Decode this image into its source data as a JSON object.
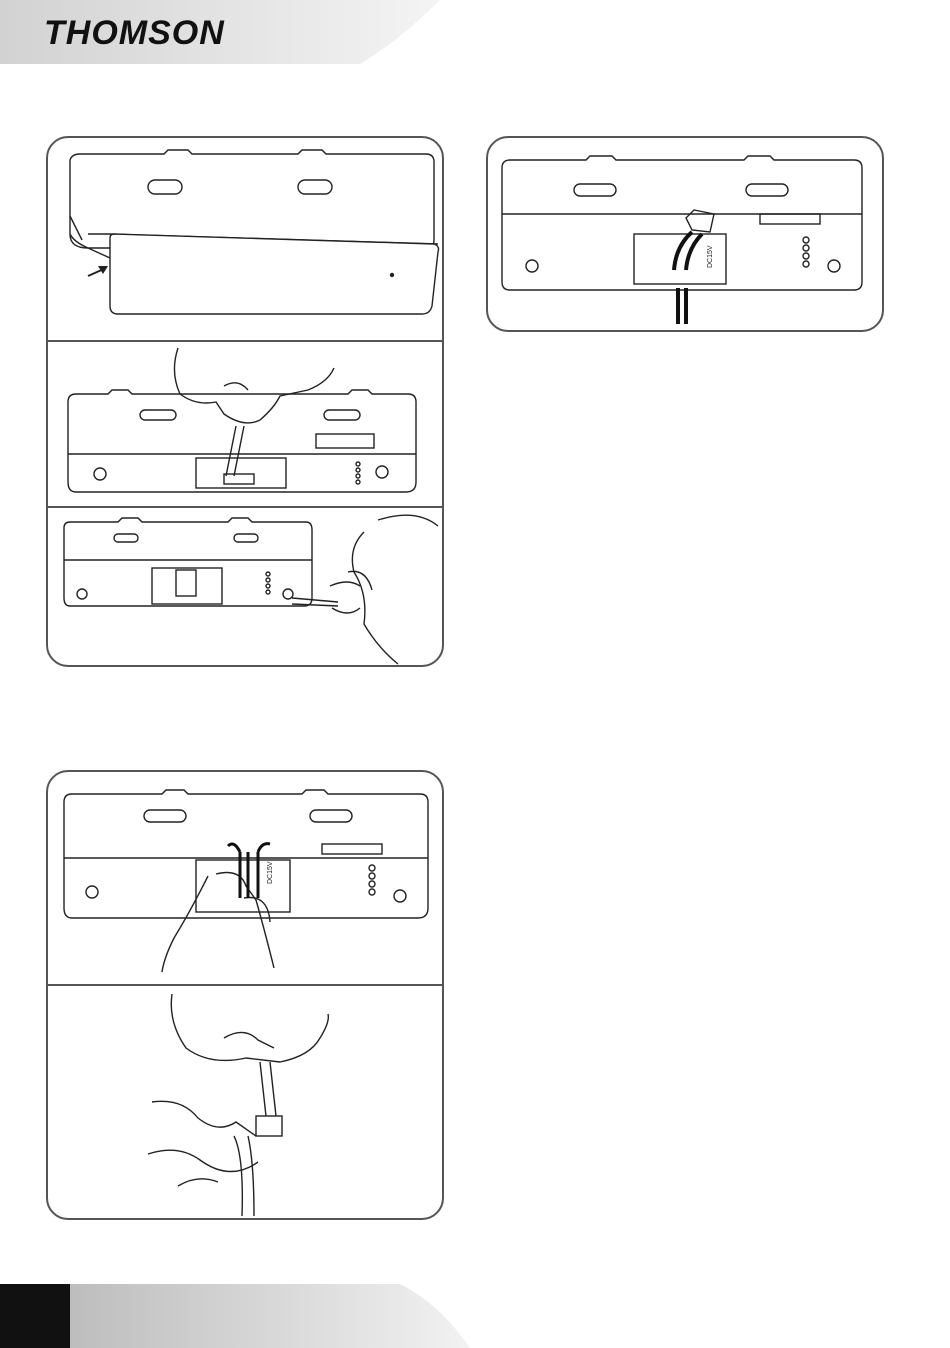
{
  "header": {
    "brand": "THOMSON"
  },
  "diagrams": {
    "connected_panel": {
      "power_label": "DC15V"
    },
    "wire_panel": {
      "power_label": "DC15V"
    },
    "colors": {
      "line": "#222222",
      "panel_border": "#555555",
      "band_light": "#e6e6e6",
      "band_dark": "#bdbdbd",
      "footer_block": "#111111"
    }
  }
}
